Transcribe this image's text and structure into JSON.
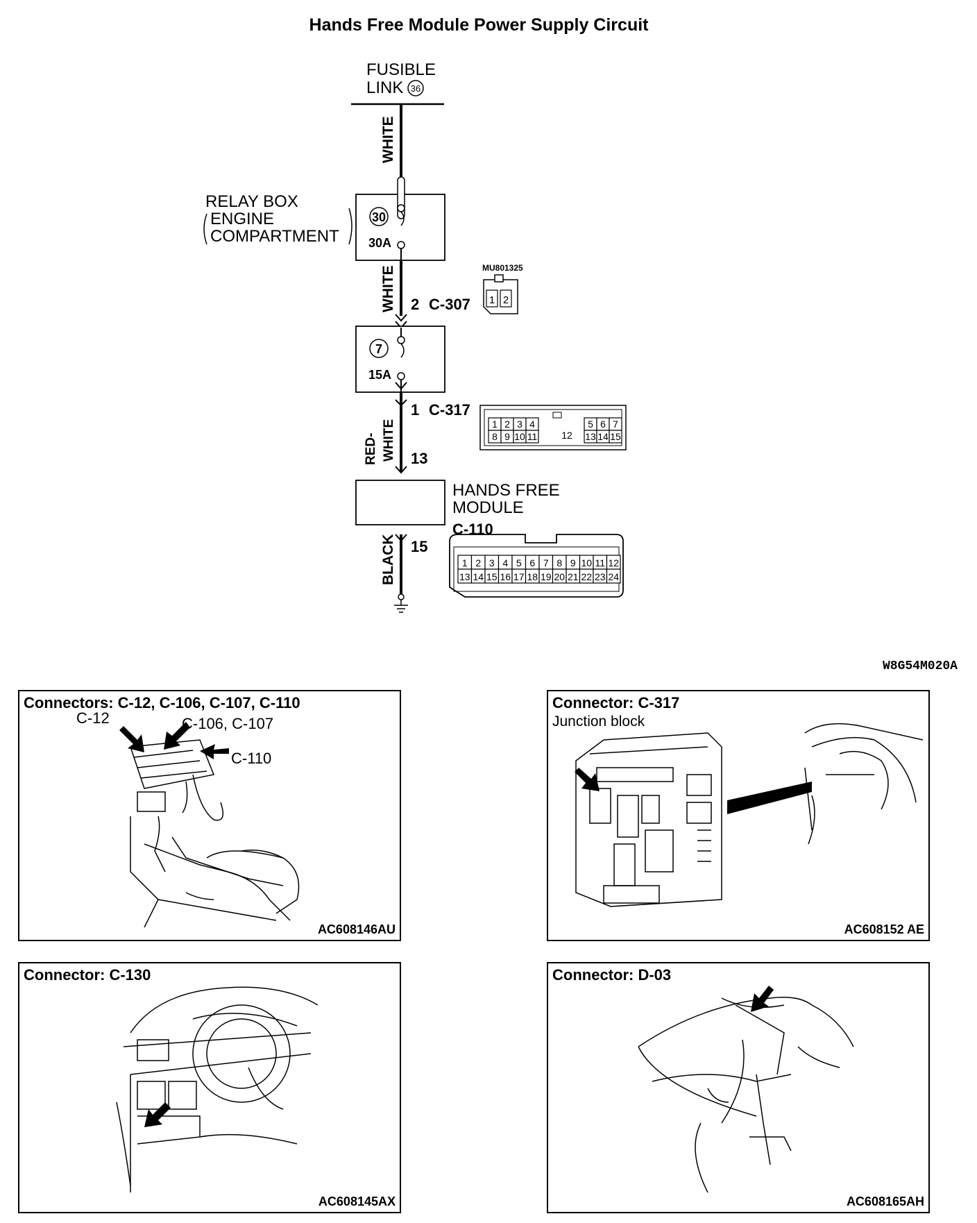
{
  "title": "Hands Free Module Power Supply Circuit",
  "circuit": {
    "fusible_link_line1": "FUSIBLE",
    "fusible_link_line2": "LINK",
    "fusible_link_num": "36",
    "wire_top": "WHITE",
    "relay_box_line1": "RELAY BOX",
    "relay_box_line2": "ENGINE",
    "relay_box_line3": "COMPARTMENT",
    "fuse1_num": "30",
    "fuse1_amp": "30A",
    "wire_mid": "WHITE",
    "c307_pin": "2",
    "c307_name": "C-307",
    "mu_code": "MU801325",
    "mu_pins": [
      "1",
      "2"
    ],
    "fuse2_num": "7",
    "fuse2_amp": "15A",
    "c317_pin": "1",
    "c317_name": "C-317",
    "c317_row1": [
      "1",
      "2",
      "3",
      "4",
      "5",
      "6",
      "7"
    ],
    "c317_row2": [
      "8",
      "9",
      "10",
      "11",
      "13",
      "14",
      "15"
    ],
    "c317_center": "12",
    "wire_red_white_1": "RED-",
    "wire_red_white_2": "WHITE",
    "module_pin_in": "13",
    "module_line1": "HANDS FREE",
    "module_line2": "MODULE",
    "c110_name": "C-110",
    "c110_pin": "15",
    "wire_bottom": "BLACK",
    "c110_row1": [
      "1",
      "2",
      "3",
      "4",
      "5",
      "6",
      "7",
      "8",
      "9",
      "10",
      "11",
      "12"
    ],
    "c110_row2": [
      "13",
      "14",
      "15",
      "16",
      "17",
      "18",
      "19",
      "20",
      "21",
      "22",
      "23",
      "24"
    ]
  },
  "ref_code": "W8G54M020A",
  "panels": {
    "p1": {
      "title": "Connectors: C-12, C-106, C-107, C-110",
      "label_c12": "C-12",
      "label_c106": "C-106, C-107",
      "label_c110": "C-110",
      "code": "AC608146AU"
    },
    "p2": {
      "title": "Connector: C-317",
      "subtitle": "Junction block",
      "code": "AC608152 AE"
    },
    "p3": {
      "title": "Connector: C-130",
      "code": "AC608145AX"
    },
    "p4": {
      "title": "Connector: D-03",
      "code": "AC608165AH"
    }
  }
}
